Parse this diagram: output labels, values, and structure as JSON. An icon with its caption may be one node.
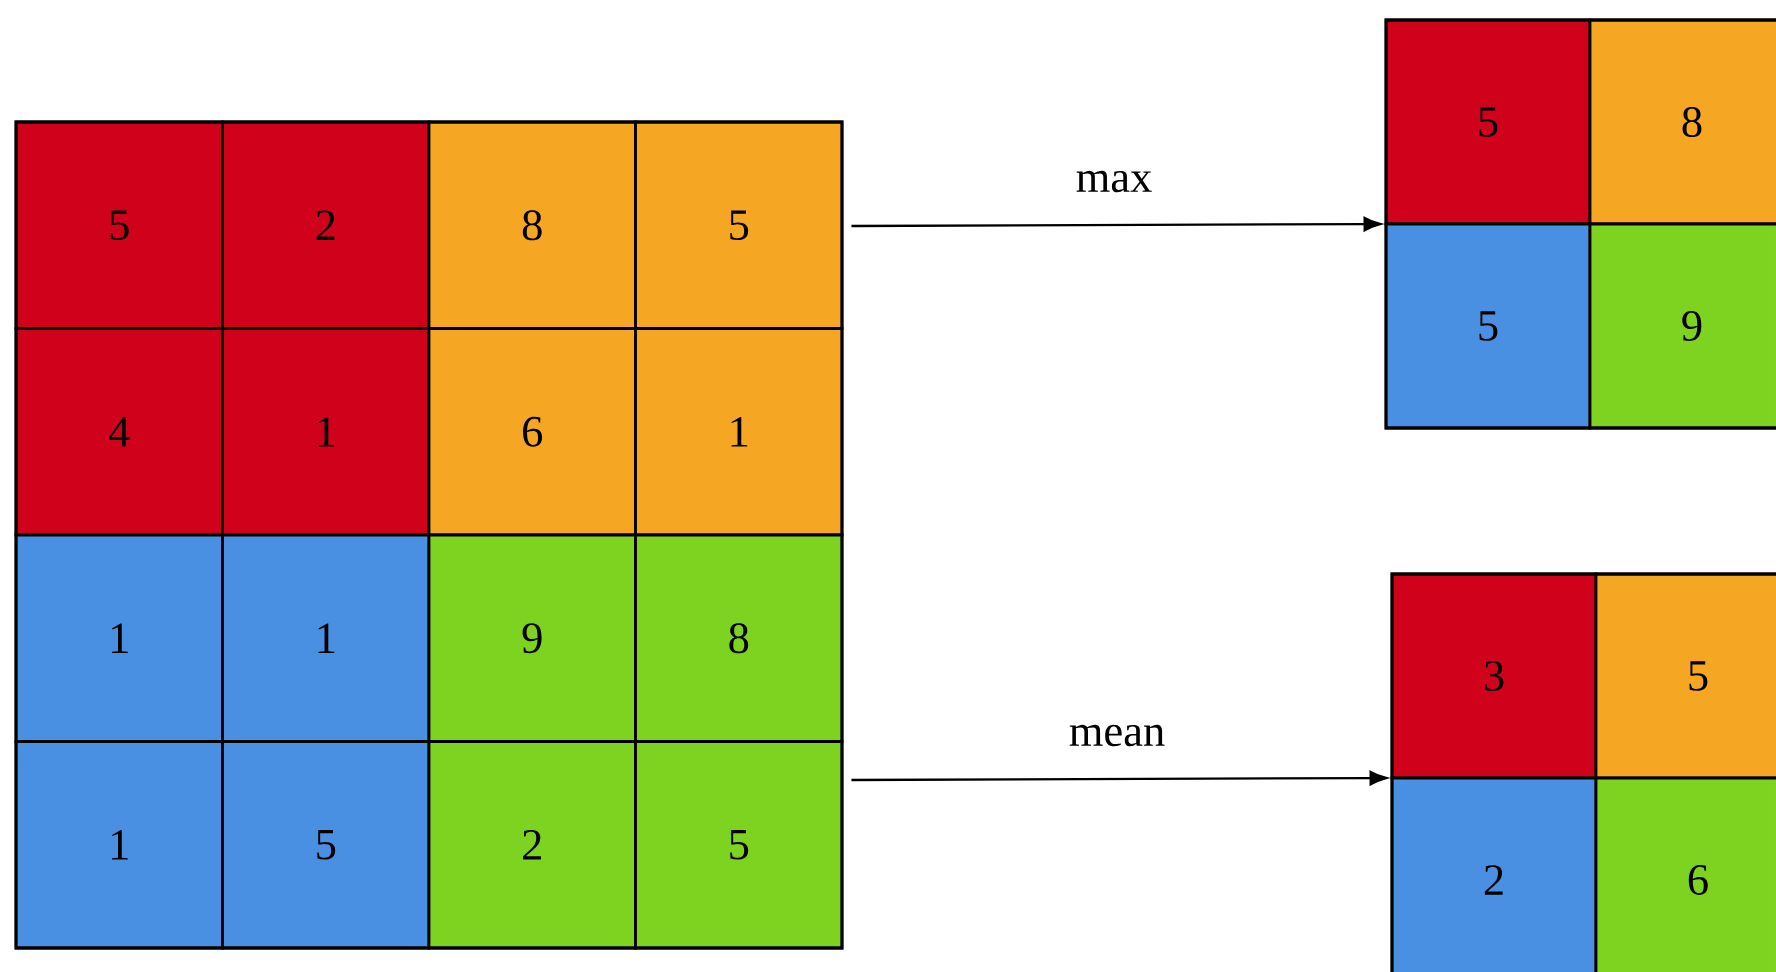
{
  "diagram": {
    "nodes": [
      {
        "text": [],
        "shape": "box"
      },
      {
        "text": [
          "5"
        ],
        "in": 0
      },
      {
        "text": [
          "2"
        ],
        "in": 0
      },
      {
        "text": [
          "8"
        ],
        "in": 0
      },
      {
        "text": [
          "5"
        ],
        "in": 0
      },
      {
        "text": [
          "4"
        ],
        "in": 0
      },
      {
        "text": [
          "1"
        ],
        "in": 0
      },
      {
        "text": [
          "6"
        ],
        "in": 0
      },
      {
        "text": [
          "1"
        ],
        "in": 0
      },
      {
        "text": [
          "1"
        ],
        "in": 0
      },
      {
        "text": [
          "1"
        ],
        "in": 0
      },
      {
        "text": [
          "9"
        ],
        "in": 0
      },
      {
        "text": [
          "8"
        ],
        "in": 0
      },
      {
        "text": [
          "1"
        ],
        "in": 0
      },
      {
        "text": [
          "5"
        ],
        "in": 0
      },
      {
        "text": [
          "2"
        ],
        "in": 0
      },
      {
        "text": [
          "5"
        ],
        "in": 0
      },
      {
        "text": [],
        "shape": "box"
      },
      {
        "text": [
          "5"
        ],
        "in": 17
      },
      {
        "text": [
          "8"
        ],
        "in": 17
      },
      {
        "text": [
          "5"
        ],
        "in": 17
      },
      {
        "text": [
          "9"
        ],
        "in": 17
      },
      {
        "text": [],
        "shape": "box"
      },
      {
        "text": [
          "3"
        ],
        "in": 22
      },
      {
        "text": [
          "5"
        ],
        "in": 22
      },
      {
        "text": [
          "2"
        ],
        "in": 22
      },
      {
        "text": [
          "6"
        ],
        "in": 22
      }
    ],
    "edges": [
      {
        "from": 0,
        "to": 17,
        "arrow": "to",
        "label": "max"
      },
      {
        "from": 0,
        "to": 22,
        "arrow": "to",
        "label": "mean"
      }
    ]
  }
}
